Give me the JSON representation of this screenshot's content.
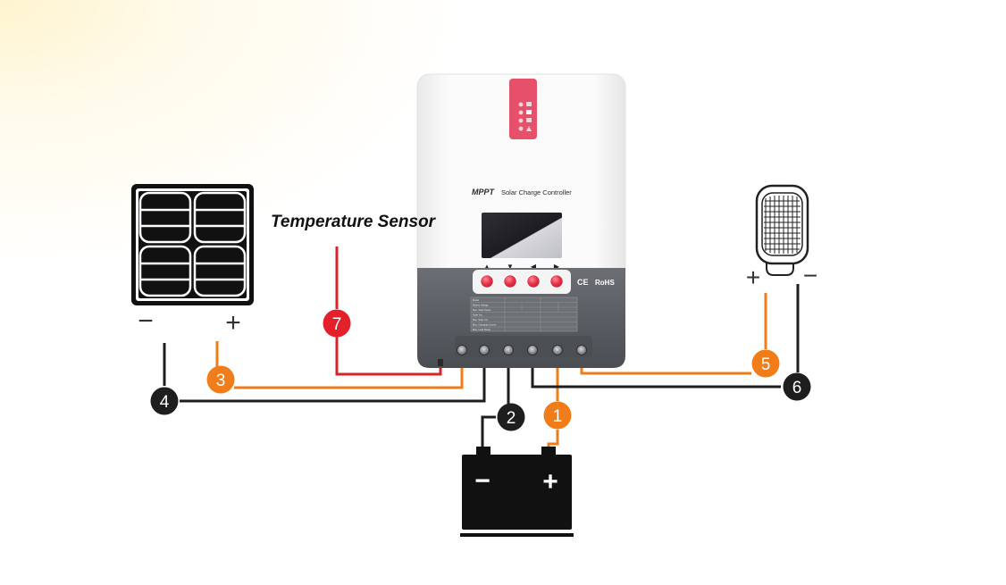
{
  "controller": {
    "brand": "MPPT",
    "name": "Solar Charge Controller",
    "cert_ce": "CE",
    "cert_rohs": "RoHS",
    "nav_up": "▲",
    "nav_down": "▼",
    "nav_left": "◀",
    "nav_right": "▶",
    "spec_rows": [
      "Model",
      "Battery Voltage",
      "Max. Solar Power",
      "Solar Voc",
      "Max. Solar Voc",
      "Max. Charging Current",
      "Max. Load Power"
    ]
  },
  "solar_panel": {
    "minus": "−",
    "plus": "+"
  },
  "lamp": {
    "plus": "+",
    "minus": "−"
  },
  "battery": {
    "minus": "−",
    "plus": "+"
  },
  "sensor": {
    "label": "Temperature Sensor"
  },
  "connections": [
    {
      "id": "1",
      "color": "#f07d1a"
    },
    {
      "id": "2",
      "color": "#1e1e1e"
    },
    {
      "id": "3",
      "color": "#f07d1a"
    },
    {
      "id": "4",
      "color": "#1e1e1e"
    },
    {
      "id": "5",
      "color": "#f07d1a"
    },
    {
      "id": "6",
      "color": "#1e1e1e"
    },
    {
      "id": "7",
      "color": "#e4202a"
    }
  ],
  "colors": {
    "positive_wire": "#f07d1a",
    "negative_wire": "#1e1e1e",
    "sensor_wire": "#d9232b",
    "controller_body": "#f7f7f7",
    "controller_base": "#565a5f",
    "button_red": "#e8344a"
  }
}
